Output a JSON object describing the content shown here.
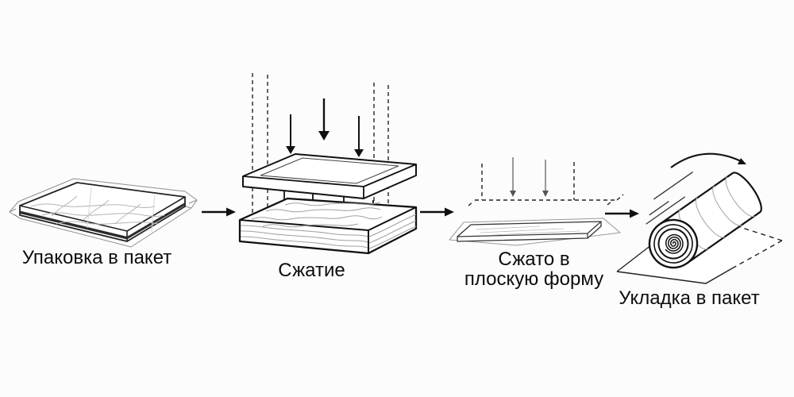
{
  "diagram": {
    "background_color": "#fcfcfc",
    "line_color": "#1a1a1a",
    "text_color": "#0d0d0d",
    "steps": [
      {
        "id": "step-1",
        "label": "Упаковка в пакет",
        "illustration": "mattress-vacuum-sealed-in-bag"
      },
      {
        "id": "step-2",
        "label": "Сжатие",
        "illustration": "press-plate-compressing-mattress"
      },
      {
        "id": "step-3",
        "label": "Сжато в плоскую форму",
        "label_lines": [
          "Сжато в",
          "плоскую форму"
        ],
        "illustration": "mattress-compressed-flat"
      },
      {
        "id": "step-4",
        "label": "Укладка в пакет",
        "illustration": "mattress-rolled-on-bag"
      }
    ],
    "connectors": [
      {
        "icon": "right-arrow"
      },
      {
        "icon": "right-arrow"
      },
      {
        "icon": "right-arrow"
      }
    ]
  }
}
